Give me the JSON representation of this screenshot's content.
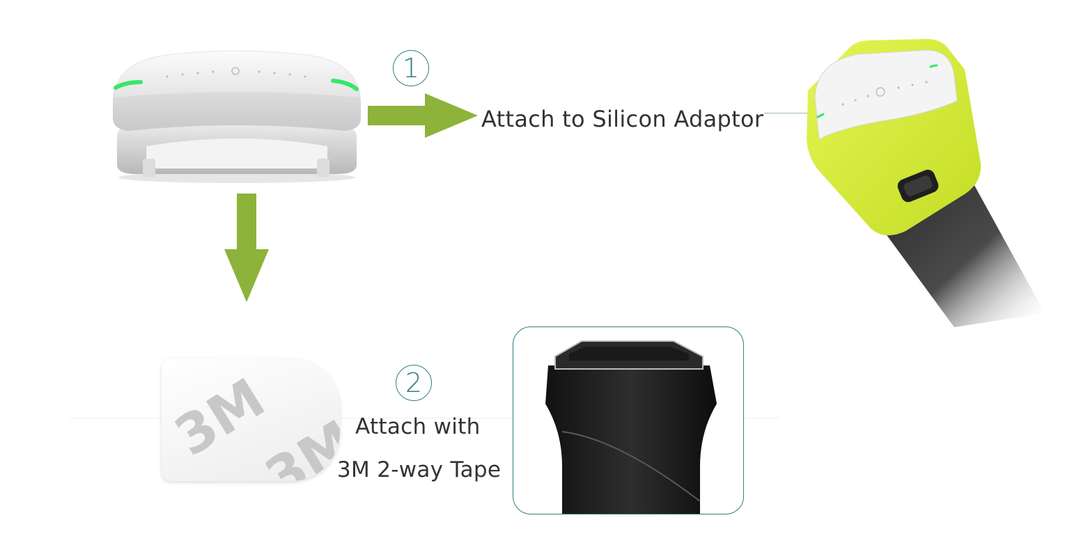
{
  "step1": {
    "number": "1",
    "label": "Attach to Silicon Adaptor"
  },
  "step2": {
    "number": "2",
    "label_line1": "Attach with",
    "label_line2": "3M 2-way Tape"
  },
  "tape": {
    "brand_text": "3M"
  },
  "colors": {
    "accent_green": "#8db33a",
    "teal": "#2f7d7d",
    "adaptor_yellow": "#d4ee34",
    "led_green": "#39e66a"
  },
  "icons": [
    "arrow-right-icon",
    "arrow-down-icon"
  ]
}
